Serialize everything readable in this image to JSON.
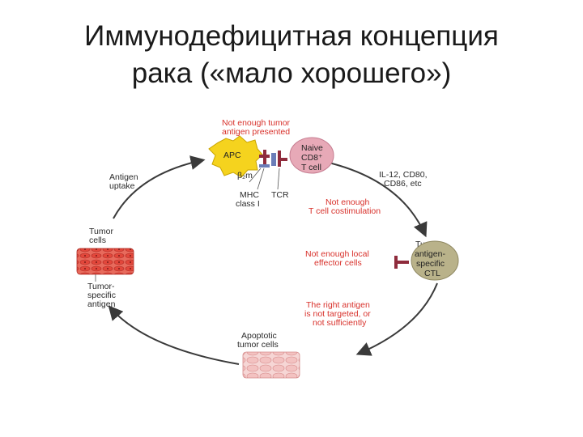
{
  "title": {
    "line1": "Иммунодефицитная концепция",
    "line2": "рака («мало хорошего»)"
  },
  "diagram": {
    "red_labels": {
      "not_enough_antigen_1": "Not enough tumor",
      "not_enough_antigen_2": "antigen presented",
      "costim_1": "Not enough",
      "costim_2": "T cell costimulation",
      "effector_1": "Not enough local",
      "effector_2": "effector cells",
      "targeting_1": "The right antigen",
      "targeting_2": "is not targeted, or",
      "targeting_3": "not sufficiently"
    },
    "labels": {
      "apc": "APC",
      "naive_1": "Naive",
      "naive_2": "CD8⁺",
      "naive_3": "T cell",
      "beta2m": "β₂m",
      "mhc_1": "MHC",
      "mhc_2": "class I",
      "tcr": "TCR",
      "antigen_uptake_1": "Antigen",
      "antigen_uptake_2": "uptake",
      "il12_1": "IL-12, CD80,",
      "il12_2": "CD86, etc",
      "tumor_cells_1": "Tumor",
      "tumor_cells_2": "cells",
      "tumor_specific_1": "Tumor-",
      "tumor_specific_2": "specific",
      "tumor_specific_3": "antigen",
      "ctl_1": "Tumor",
      "ctl_2": "antigen-",
      "ctl_3": "specific",
      "ctl_4": "CTL",
      "apoptotic_1": "Apoptotic",
      "apoptotic_2": "tumor cells"
    },
    "colors": {
      "apc": "#f5d31e",
      "naive_t_cell": "#e7a9b7",
      "ctl": "#b9b28a",
      "tumor_cells": "#e0584c",
      "apoptotic_cells": "#f3c9c8",
      "receptor": "#8f2b3c",
      "red_text": "#d8312b"
    }
  }
}
